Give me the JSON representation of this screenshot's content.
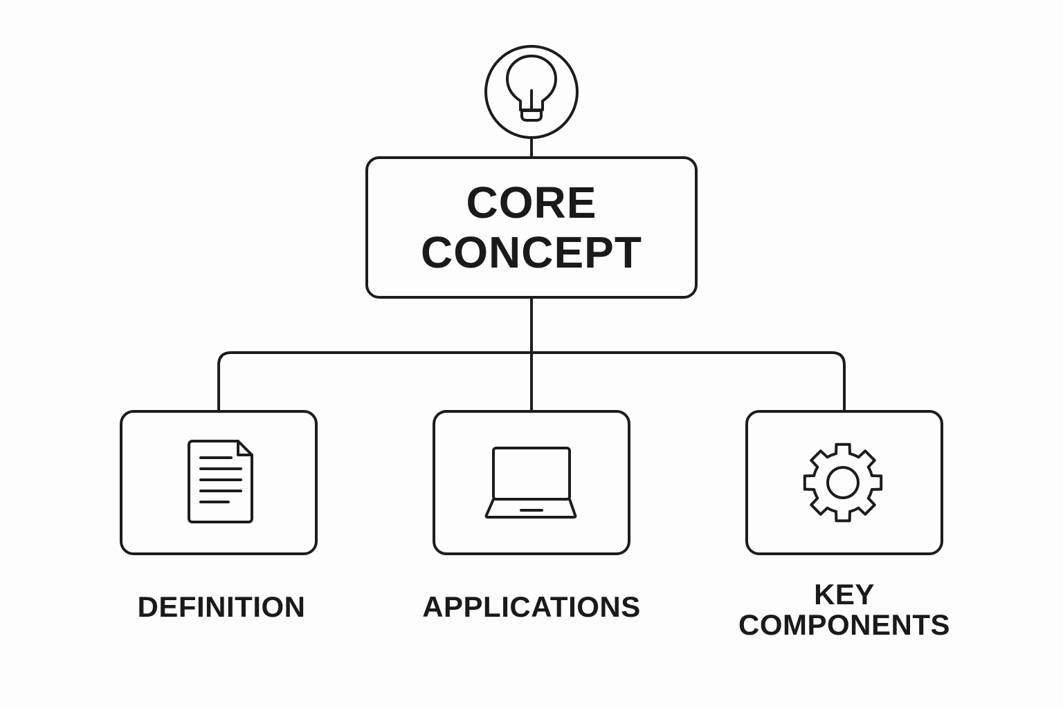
{
  "core": {
    "line1": "CORE",
    "line2": "CONCEPT"
  },
  "children": [
    {
      "id": "definition",
      "label": "DEFINITION",
      "icon": "document-icon"
    },
    {
      "id": "applications",
      "label": "APPLICATIONS",
      "icon": "laptop-icon"
    },
    {
      "id": "key_components",
      "label_line1": "KEY",
      "label_line2": "COMPONENTS",
      "icon": "gear-icon"
    }
  ],
  "top_icon": "lightbulb-icon",
  "colors": {
    "stroke": "#1c1c1c",
    "background": "#fdfdfd",
    "text": "#1a1a1a"
  }
}
